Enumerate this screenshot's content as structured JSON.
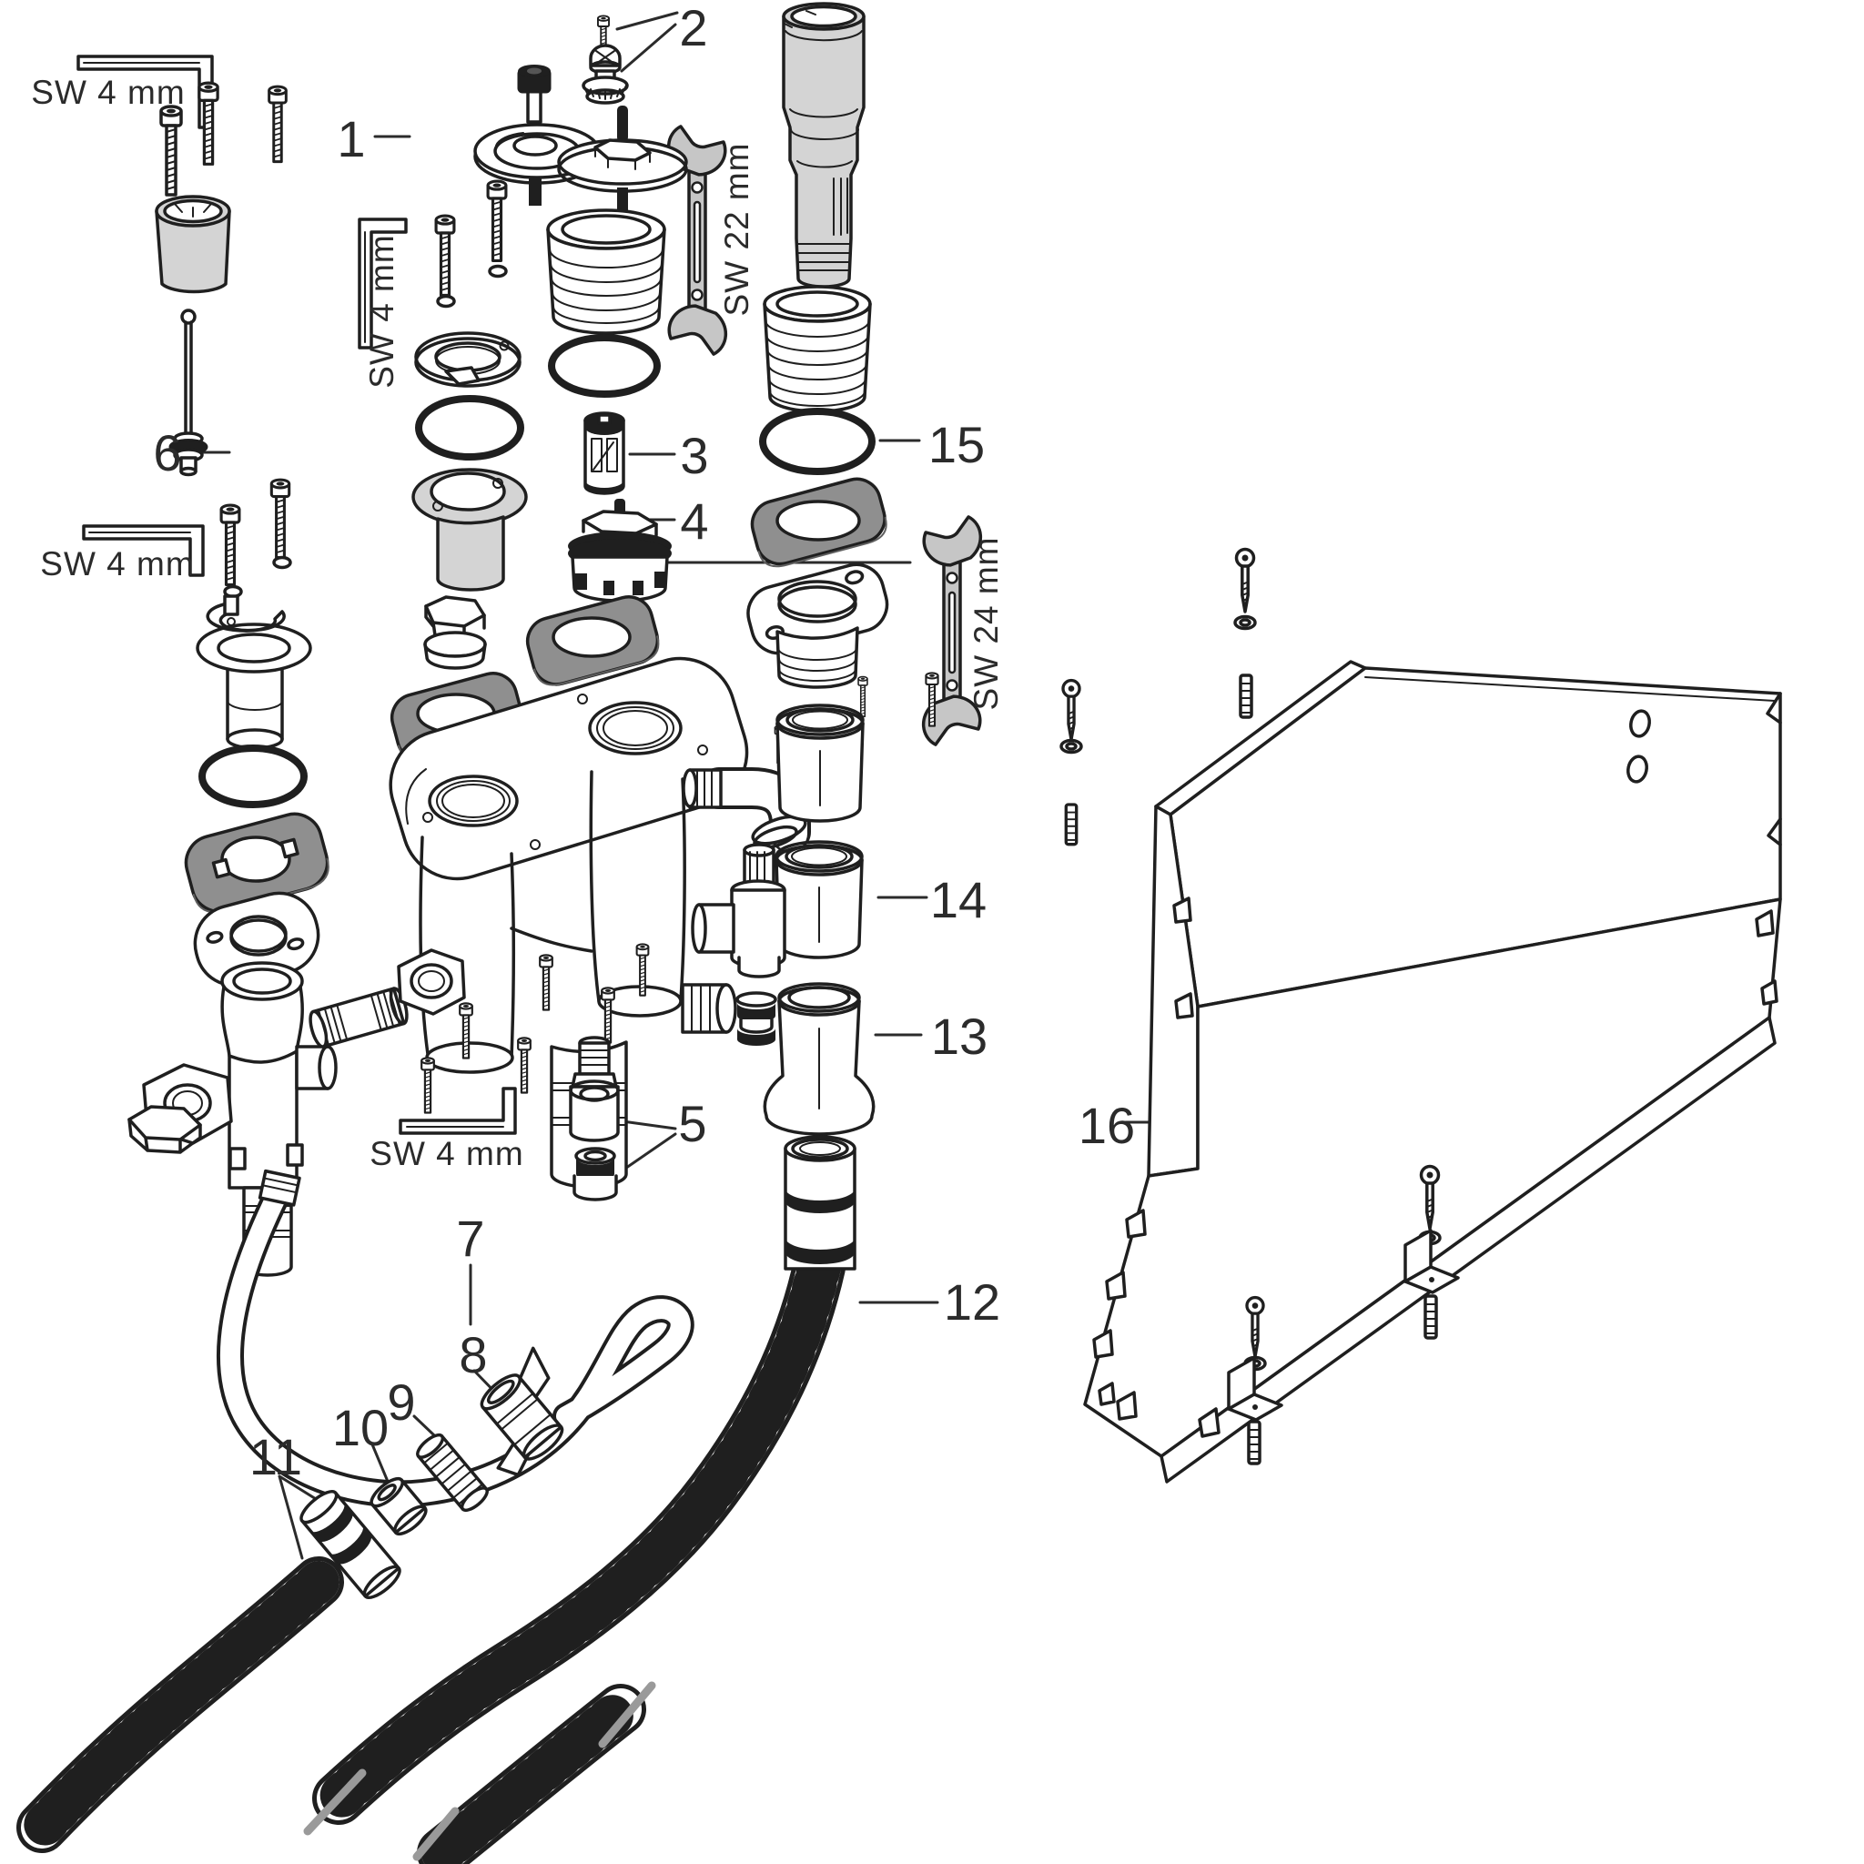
{
  "diagram": {
    "description": "Exploded parts diagram of a 4-hole bath mixer installation set with hoses and wall mounting bracket",
    "background": "#ffffff",
    "colors": {
      "line": "#1f1f1f",
      "metal_gray": "#d4d4d4",
      "tool_gray": "#c6c6c6",
      "rubber_gray": "#8f8f8f",
      "label_text": "#2b2b2b",
      "cut_mark": "#9a9a9a"
    },
    "part_labels": [
      {
        "num": "1"
      },
      {
        "num": "2"
      },
      {
        "num": "3"
      },
      {
        "num": "4"
      },
      {
        "num": "5"
      },
      {
        "num": "6"
      },
      {
        "num": "7"
      },
      {
        "num": "8"
      },
      {
        "num": "9"
      },
      {
        "num": "10"
      },
      {
        "num": "11"
      },
      {
        "num": "12"
      },
      {
        "num": "13"
      },
      {
        "num": "14"
      },
      {
        "num": "15"
      },
      {
        "num": "16"
      }
    ],
    "tool_labels": [
      {
        "text": "SW 4 mm",
        "orientation": "horizontal"
      },
      {
        "text": "SW 4 mm",
        "orientation": "vertical"
      },
      {
        "text": "SW 4 mm",
        "orientation": "horizontal"
      },
      {
        "text": "SW 4 mm",
        "orientation": "horizontal"
      },
      {
        "text": "SW 22 mm",
        "orientation": "vertical"
      },
      {
        "text": "SW 24 mm",
        "orientation": "vertical"
      }
    ],
    "parts_semantic": [
      "handle-adapter-flange",
      "handle-screw-and-cap",
      "check-valve-insert",
      "mixer-cartridge",
      "hose-connector-with-seal",
      "pull-rod-with-seal",
      "smooth-connection-hose",
      "quick-connect-clip",
      "threaded-hose-nipple",
      "spacer-bushing",
      "hose-end-with-orings",
      "corrugated-outlet-hose",
      "bell-support-sleeve",
      "support-sleeve",
      "o-ring-seal",
      "mounting-bracket-template",
      "allen-key",
      "open-end-wrench-22",
      "open-end-wrench-24",
      "escutcheon-sleeves",
      "rubber-gaskets",
      "manifold-body",
      "angle-valve-body"
    ]
  }
}
